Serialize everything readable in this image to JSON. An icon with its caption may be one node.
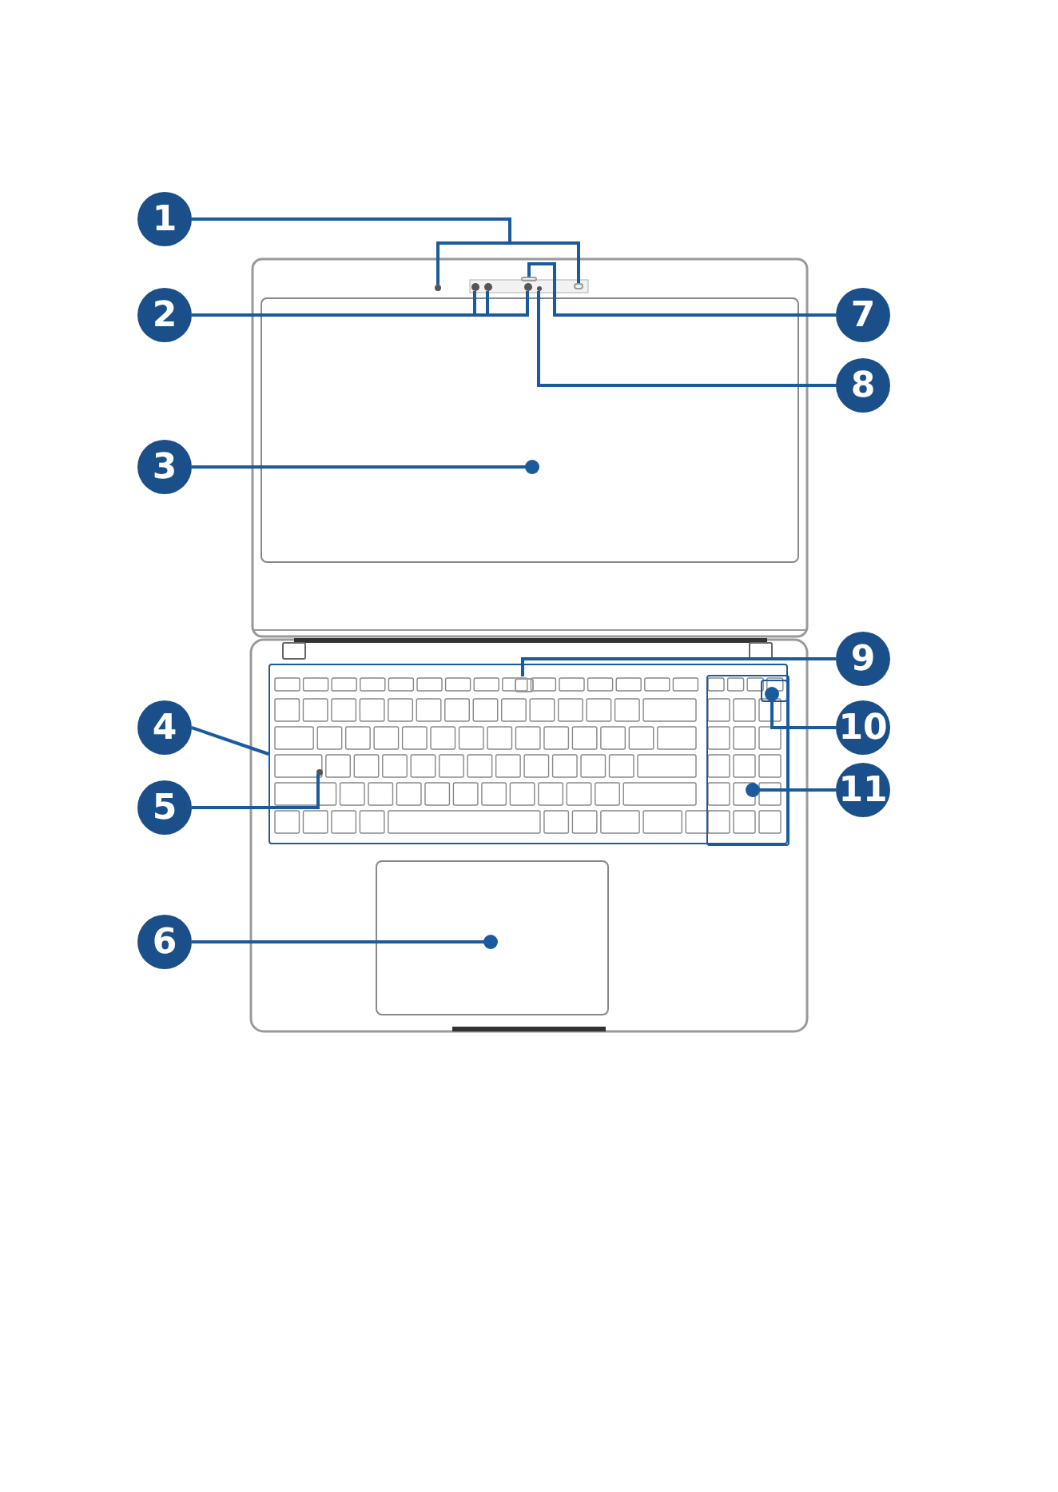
{
  "diagram": {
    "nodes": [
      {
        "text": [
          "1"
        ]
      },
      {
        "text": [
          "2"
        ]
      },
      {
        "text": [
          "3"
        ]
      },
      {
        "text": [
          "4"
        ]
      },
      {
        "text": [
          "5"
        ]
      },
      {
        "text": [
          "6"
        ]
      },
      {
        "text": [
          "7"
        ]
      },
      {
        "text": [
          "8"
        ]
      },
      {
        "text": [
          "9"
        ]
      },
      {
        "text": [
          "10"
        ]
      },
      {
        "text": [
          "11"
        ]
      },
      {
        "text": [],
        "shape": "circle"
      },
      {
        "text": [],
        "shape": "circle"
      },
      {
        "text": [],
        "shape": "circle"
      },
      {
        "text": [],
        "shape": "circle"
      },
      {
        "text": [],
        "shape": "box"
      },
      {
        "text": [],
        "shape": "circle"
      },
      {
        "text": [],
        "shape": "box"
      },
      {
        "text": [],
        "shape": "box"
      },
      {
        "text": [],
        "shape": "box"
      },
      {
        "text": [],
        "shape": "circle",
        "in": 19
      },
      {
        "text": [],
        "shape": "box",
        "in": 19
      },
      {
        "text": [],
        "shape": "box",
        "in": 23
      },
      {
        "text": [],
        "shape": "box",
        "in": 19
      },
      {
        "text": [],
        "shape": "box"
      }
    ],
    "edges": [
      {
        "from": 0,
        "to": 11,
        "arrow": "none"
      },
      {
        "from": 0,
        "to": 17,
        "arrow": "none"
      },
      {
        "from": 1,
        "to": 12,
        "arrow": "none"
      },
      {
        "from": 1,
        "to": 13,
        "arrow": "none"
      },
      {
        "from": 1,
        "to": 14,
        "arrow": "none"
      },
      {
        "from": 2,
        "to": 18,
        "arrow": "other"
      },
      {
        "from": 3,
        "to": 19,
        "arrow": "none"
      },
      {
        "from": 4,
        "to": 20,
        "arrow": "none"
      },
      {
        "from": 5,
        "to": 24,
        "arrow": "other"
      },
      {
        "from": 6,
        "to": 15,
        "arrow": "none"
      },
      {
        "from": 7,
        "to": 16,
        "arrow": "none"
      },
      {
        "from": 8,
        "to": 21,
        "arrow": "none"
      },
      {
        "from": 9,
        "to": 22,
        "arrow": "other"
      },
      {
        "from": 10,
        "to": 23,
        "arrow": "other"
      }
    ]
  }
}
